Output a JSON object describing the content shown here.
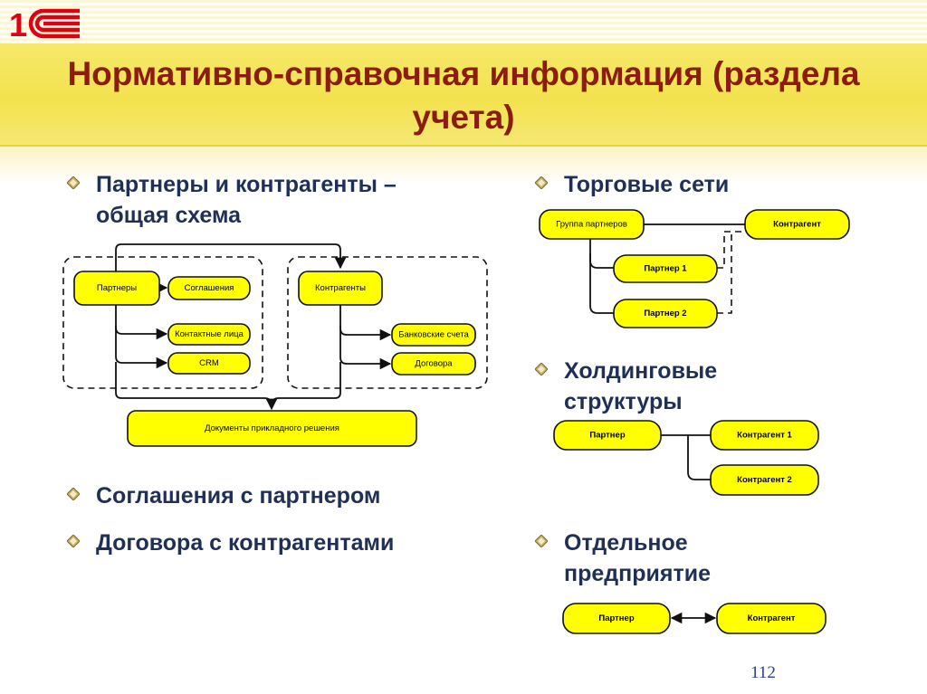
{
  "brand": {
    "logo_text": "1С",
    "color": "#e1000f"
  },
  "slide": {
    "title": "Нормативно-справочная информация (раздела учета)"
  },
  "bullets": {
    "partners_scheme": "Партнеры и контрагенты –\nобщая схема",
    "agreements": "Соглашения с партнером",
    "contracts": "Договора с контрагентами",
    "trade_networks": "Торговые сети",
    "holdings": "Холдинговые\nструктуры",
    "single_enterprise": "Отдельное\nпредприятие"
  },
  "diagrams": {
    "general_scheme": {
      "partners": "Партнеры",
      "agreements": "Соглашения",
      "contact_persons": "Контактные лица",
      "crm": "CRM",
      "counterparties": "Контрагенты",
      "bank_accounts": "Банковские счета",
      "contracts": "Договора",
      "documents": "Документы прикладного решения"
    },
    "trade_networks": {
      "partner_group": "Группа партнеров",
      "counterparty": "Контрагент",
      "partner1": "Партнер 1",
      "partner2": "Партнер 2"
    },
    "holdings": {
      "partner": "Партнер",
      "counterparty1": "Контрагент 1",
      "counterparty2": "Контрагент 2"
    },
    "single_enterprise": {
      "partner": "Партнер",
      "counterparty": "Контрагент"
    }
  },
  "colors": {
    "node_fill": "#ffff00",
    "title": "#8b1c0f",
    "bullet_text": "#1f2f56",
    "band": "#f3e24e"
  },
  "page": {
    "number": "112"
  }
}
